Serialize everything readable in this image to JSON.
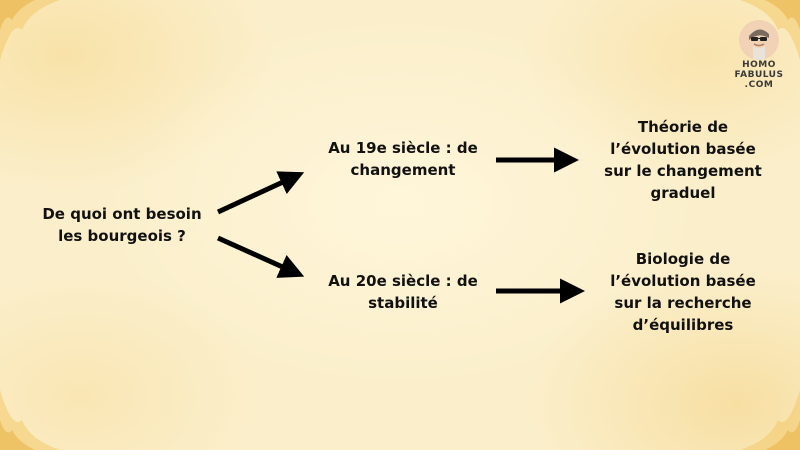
{
  "diagram": {
    "root": {
      "label": "De quoi ont besoin les bourgeois ?"
    },
    "branches": [
      {
        "label": "Au 19e siècle : de changement",
        "result": "Théorie de l’évolution basée sur le changement graduel"
      },
      {
        "label": "Au 20e siècle : de stabilité",
        "result": "Biologie de l’évolution basée sur la recherche d’équilibres"
      }
    ]
  },
  "logo": {
    "line1": "HOMO",
    "line2": "FABULUS",
    "line3": ".COM"
  },
  "colors": {
    "background": "#fbefcb",
    "arrow": "#000000",
    "text": "#111111"
  }
}
